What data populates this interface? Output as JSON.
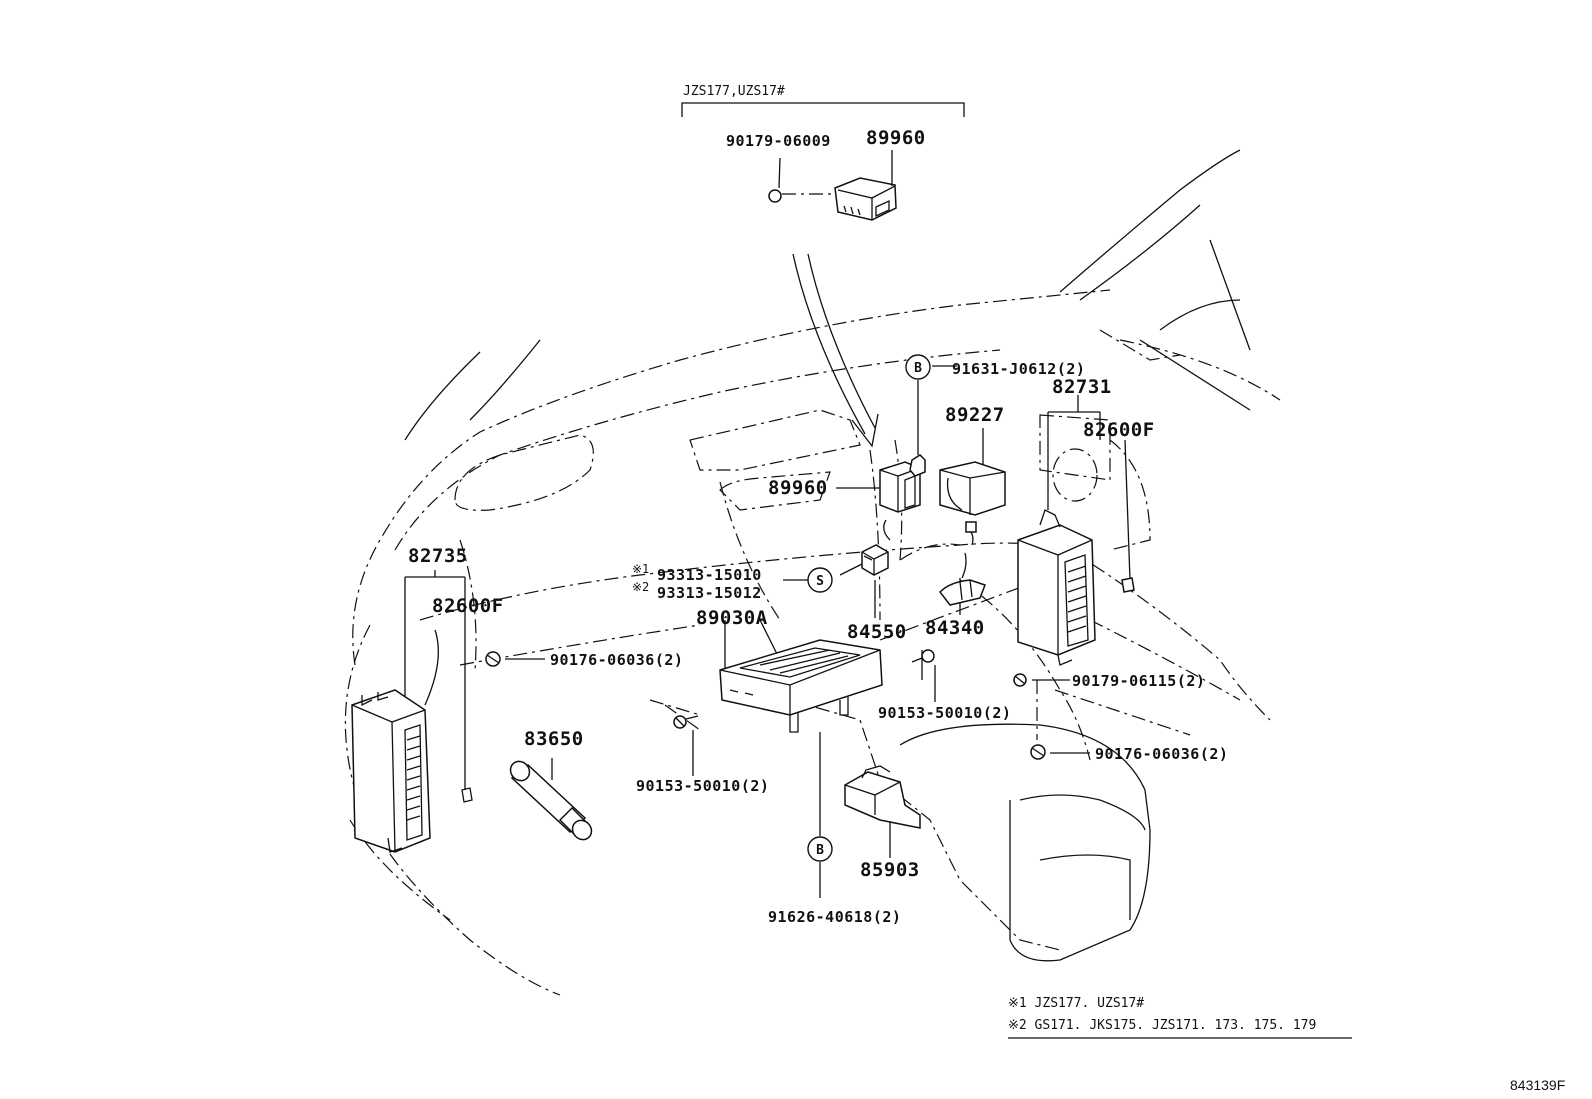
{
  "header": {
    "model_label": "JZS177,UZS17#"
  },
  "labels": {
    "p90179_06009": "90179-06009",
    "p89960_top": "89960",
    "p91631_J0612": "91631-J0612(2)",
    "p82731": "82731",
    "p89227": "89227",
    "p82600F_right": "82600F",
    "p89960_mid": "89960",
    "p82735": "82735",
    "p93313_15010": "93313-15010",
    "p93313_15012": "93313-15012",
    "note_mark_1": "※1",
    "note_mark_2": "※2",
    "p84550": "84550",
    "p84340": "84340",
    "p82600F_left": "82600F",
    "p89030A": "89030A",
    "p90176_06036_left": "90176-06036(2)",
    "p90179_06115": "90179-06115(2)",
    "p90153_50010_right": "90153-50010(2)",
    "p90176_06036_right": "90176-06036(2)",
    "p83650": "83650",
    "p90153_50010_left": "90153-50010(2)",
    "p85903": "85903",
    "p91626_40618": "91626-40618(2)"
  },
  "callouts": {
    "b_top": "B",
    "s_mid": "S",
    "b_bottom": "B"
  },
  "notes": {
    "note1": "※1 JZS177. UZS17#",
    "note2": "※2 GS171. JKS175. JZS171. 173. 175. 179"
  },
  "footer": {
    "diagram_id": "843139F"
  }
}
